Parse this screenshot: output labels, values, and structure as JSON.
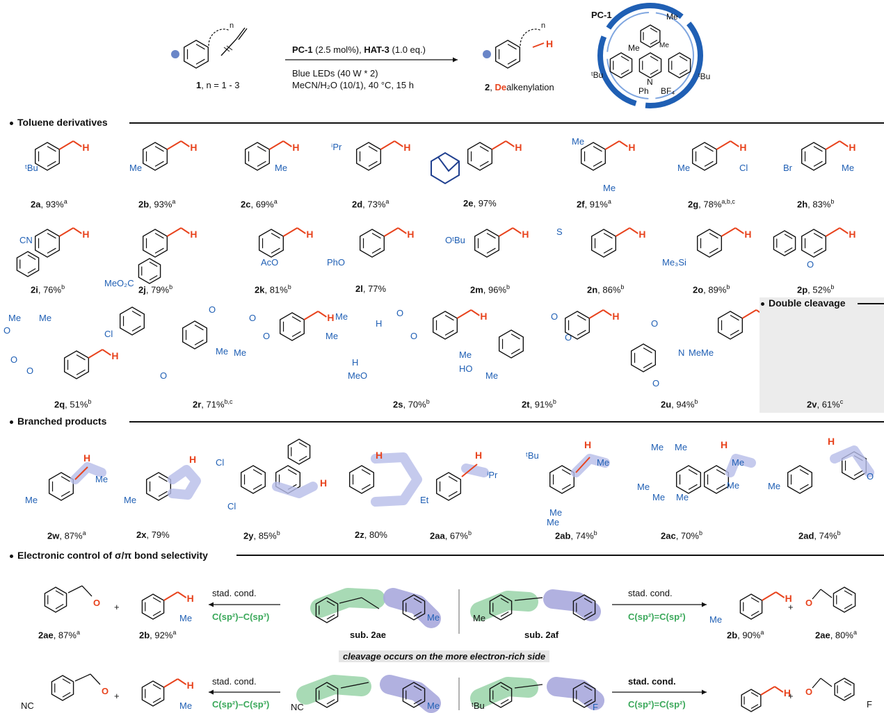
{
  "scheme": {
    "reaction": {
      "reagents_line": "PC-1 (2.5 mol%), HAT-3 (1.0 eq.)",
      "reagents_pc": "PC-1",
      "reagents_pc_amt": " (2.5 mol%), ",
      "reagents_hat": "HAT-3",
      "reagents_hat_amt": " (1.0 eq.)",
      "cond_line1": "Blue LEDs (40 W * 2)",
      "cond_line2": "MeCN/H₂O (10/1), 40 °C, 15 h",
      "sm_num": "1",
      "sm_rest": ", n = 1 - 3",
      "prod_num": "2",
      "prod_sep": ", ",
      "prod_de": "De",
      "prod_rest": "alkenylation",
      "catalyst_name": "PC-1"
    },
    "sections": {
      "toluene": "Toluene derivatives",
      "double": "Double cleavage",
      "branched": "Branched products",
      "electronic": "Electronic control of σ/π bond selectivity"
    },
    "row1": [
      {
        "id": "2a",
        "yield": "93%",
        "sup": "a"
      },
      {
        "id": "2b",
        "yield": "93%",
        "sup": "a"
      },
      {
        "id": "2c",
        "yield": "69%",
        "sup": "a"
      },
      {
        "id": "2d",
        "yield": "73%",
        "sup": "a"
      },
      {
        "id": "2e",
        "yield": "97%",
        "sup": ""
      },
      {
        "id": "2f",
        "yield": "91%",
        "sup": "a"
      },
      {
        "id": "2g",
        "yield": "78%",
        "sup": "a,b,c"
      },
      {
        "id": "2h",
        "yield": "83%",
        "sup": "b"
      }
    ],
    "row2": [
      {
        "id": "2i",
        "yield": "76%",
        "sup": "b"
      },
      {
        "id": "2j",
        "yield": "79%",
        "sup": "b"
      },
      {
        "id": "2k",
        "yield": "81%",
        "sup": "b"
      },
      {
        "id": "2l",
        "yield": "77%",
        "sup": ""
      },
      {
        "id": "2m",
        "yield": "96%",
        "sup": "b"
      },
      {
        "id": "2n",
        "yield": "86%",
        "sup": "b"
      },
      {
        "id": "2o",
        "yield": "89%",
        "sup": "b"
      },
      {
        "id": "2p",
        "yield": "52%",
        "sup": "b"
      }
    ],
    "row3": [
      {
        "id": "2q",
        "yield": "51%",
        "sup": "b"
      },
      {
        "id": "2r",
        "yield": "71%",
        "sup": "b,c"
      },
      {
        "id": "2s",
        "yield": "70%",
        "sup": "b"
      },
      {
        "id": "2t",
        "yield": "91%",
        "sup": "b"
      },
      {
        "id": "2u",
        "yield": "94%",
        "sup": "b"
      },
      {
        "id": "2v",
        "yield": "61%",
        "sup": "c"
      }
    ],
    "row4": [
      {
        "id": "2w",
        "yield": "87%",
        "sup": "a"
      },
      {
        "id": "2x",
        "yield": "79%",
        "sup": ""
      },
      {
        "id": "2y",
        "yield": "85%",
        "sup": "b"
      },
      {
        "id": "2z",
        "yield": "80%",
        "sup": ""
      },
      {
        "id": "2aa",
        "yield": "67%",
        "sup": "b"
      },
      {
        "id": "2ab",
        "yield": "74%",
        "sup": "b"
      },
      {
        "id": "2ac",
        "yield": "70%",
        "sup": "b"
      },
      {
        "id": "2ad",
        "yield": "74%",
        "sup": "b"
      }
    ],
    "electronic": {
      "cond": "stad. cond.",
      "bond_ss": "C(sp²)–C(sp³)",
      "bond_dd": "C(sp²)=C(sp²)",
      "sub1": "sub. 2ae",
      "sub2": "sub. 2af",
      "left_p1": {
        "id": "2ae",
        "yield": "87%",
        "sup": "a"
      },
      "left_p2": {
        "id": "2b",
        "yield": "92%",
        "sup": "a"
      },
      "right_p1": {
        "id": "2b",
        "yield": "90%",
        "sup": "a"
      },
      "right_p2": {
        "id": "2ae",
        "yield": "80%",
        "sup": "a"
      },
      "note": "cleavage occurs on the more electron-rich side",
      "plus": "+"
    },
    "colors": {
      "accent": "#e8431d",
      "blue": "#1f5fb4",
      "green": "#9fd6ad",
      "purple": "#a9a9dd",
      "ring": "#1f5fb4"
    }
  }
}
